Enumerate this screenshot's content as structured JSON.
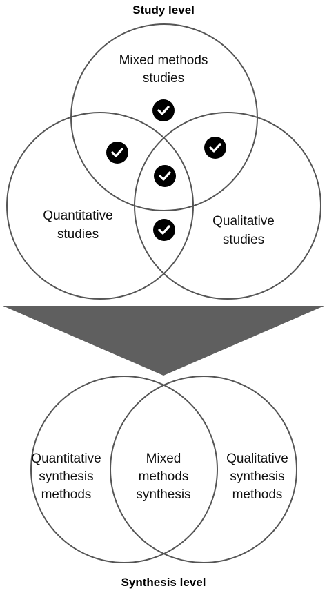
{
  "headings": {
    "top": "Study level",
    "bottom": "Synthesis level"
  },
  "study_level": {
    "mixed": [
      "Mixed methods",
      "studies"
    ],
    "quantitative": [
      "Quantitative",
      "studies"
    ],
    "qualitative": [
      "Qualitative",
      "studies"
    ]
  },
  "synthesis_level": {
    "quantitative": [
      "Quantitative",
      "synthesis",
      "methods"
    ],
    "mixed": [
      "Mixed",
      "methods",
      "synthesis"
    ],
    "qualitative": [
      "Qualitative",
      "synthesis",
      "methods"
    ]
  },
  "icons": {
    "check": "check-circle-icon"
  },
  "colors": {
    "circle_stroke": "#555555",
    "arrow_fill": "#5f5f5f",
    "check_fill": "#000000"
  }
}
